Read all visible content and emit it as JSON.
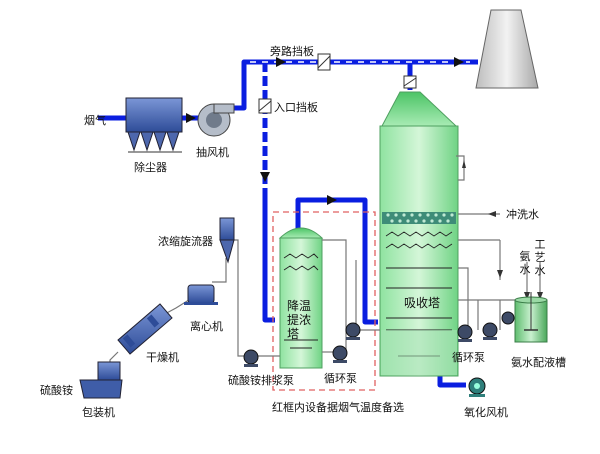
{
  "labels": {
    "flue_gas": "烟气",
    "dust_collector": "除尘器",
    "induced_fan": "抽风机",
    "bypass_damper": "旁路挡板",
    "inlet_damper": "入口挡板",
    "wash_water": "冲洗水",
    "ammonia_water": "氨水",
    "process_water": "工艺水",
    "absorber": "吸收塔",
    "cooling_tower": "降温提浓塔",
    "concentrate_cyclone": "浓缩旋流器",
    "centrifuge": "离心机",
    "dryer": "干燥机",
    "ammonium_sulfate": "硫酸铵",
    "packing_machine": "包装机",
    "discharge_pump": "硫酸铵排浆泵",
    "circulating_pump_left": "循环泵",
    "circulating_pump_right": "循环泵",
    "oxidation_fan": "氧化风机",
    "ammonia_tank": "氨水配液槽",
    "red_box_note": "红框内设备据烟气温度备选"
  },
  "colors": {
    "flue_line": "#0a1ee0",
    "tower_green": "#7ed98f",
    "tower_green_light": "#c6f0cc",
    "equipment_blue": "#3f5da8",
    "red_dash": "#e06060",
    "pipe_gray": "#7a7a7a",
    "stack_gray": "#d8d8d8"
  }
}
